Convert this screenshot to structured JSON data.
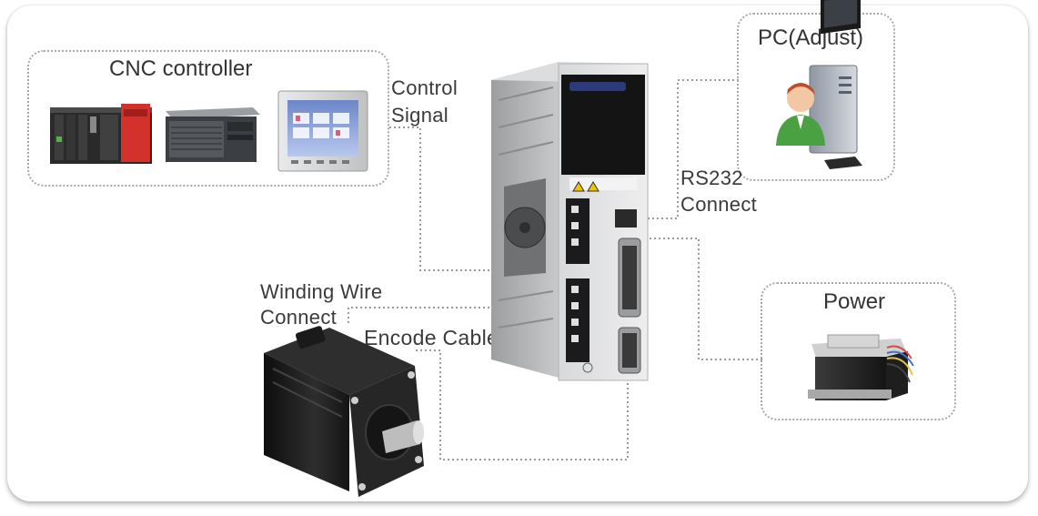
{
  "diagram": {
    "cnc_controller": {
      "title": "CNC controller"
    },
    "pc": {
      "title": "PC(Adjust)"
    },
    "power": {
      "title": "Power"
    },
    "labels": {
      "control_signal_line1": "Control",
      "control_signal_line2": "Signal",
      "rs232_line1": "RS232",
      "rs232_line2": "Connect",
      "winding_line1": "Winding Wire",
      "winding_line2": "Connect",
      "encode_cable": "Encode Cable"
    },
    "components": [
      "cnc-controller-group",
      "servo-driver",
      "pc-group",
      "power-group",
      "servo-motor"
    ],
    "connections": [
      {
        "from": "cnc-controller",
        "to": "servo-driver",
        "label": "Control Signal"
      },
      {
        "from": "pc",
        "to": "servo-driver",
        "label": "RS232 Connect"
      },
      {
        "from": "power",
        "to": "servo-driver",
        "label": ""
      },
      {
        "from": "servo-motor",
        "to": "servo-driver",
        "label": "Winding Wire Connect"
      },
      {
        "from": "servo-motor",
        "to": "servo-driver",
        "label": "Encode Cable"
      }
    ]
  },
  "colors": {
    "border": "#a8a8a8",
    "driver_body": "#cfd1d3",
    "driver_panel": "#1a1a1a",
    "motor_body": "#1c1c1c",
    "plc_red": "#d3312b",
    "person_green": "#4aa142"
  }
}
